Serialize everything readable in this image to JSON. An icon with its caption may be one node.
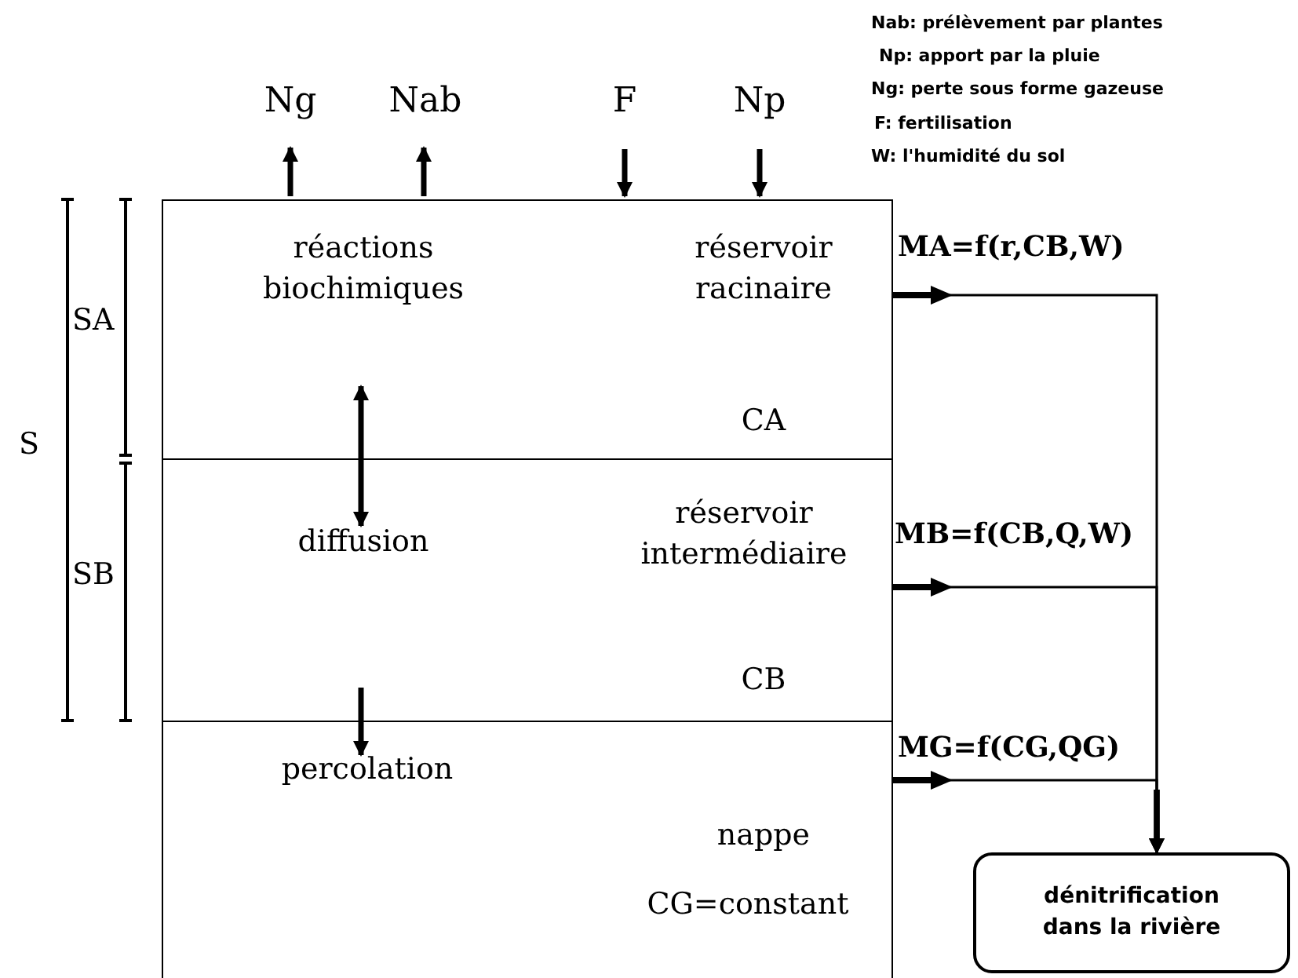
{
  "diagram": {
    "nodes": [
      {
        "text": [
          "réactions biochimiques",
          "réservoir racinaire",
          "CA"
        ]
      },
      {
        "text": [
          "diffusion",
          "réservoir intermédiaire",
          "CB"
        ]
      },
      {
        "text": [
          "percolation",
          "nappe",
          "CG=constant"
        ]
      },
      {
        "text": [
          "dénitrification dans la rivière"
        ]
      },
      {
        "text": [
          "Ng"
        ]
      },
      {
        "text": [
          "Nab"
        ]
      },
      {
        "text": [
          "F"
        ]
      },
      {
        "text": [
          "Np"
        ]
      }
    ],
    "edges": [
      {
        "from": 0,
        "to": 4,
        "arrow": "to"
      },
      {
        "from": 0,
        "to": 5,
        "arrow": "to"
      },
      {
        "from": 6,
        "to": 0,
        "arrow": "to"
      },
      {
        "from": 7,
        "to": 0,
        "arrow": "to"
      },
      {
        "from": 0,
        "to": 1,
        "arrow": "both"
      },
      {
        "from": 1,
        "to": 2,
        "arrow": "to"
      },
      {
        "from": 0,
        "to": 3,
        "arrow": "to",
        "label": "MA=f(r,CB,W)"
      },
      {
        "from": 1,
        "to": 3,
        "arrow": "to",
        "label": "MB=f(CB,Q,W)"
      },
      {
        "from": 2,
        "to": 3,
        "arrow": "to",
        "label": "MG=f(CG,QG)"
      }
    ],
    "labels": [
      "Nab: prélèvement par plantes",
      "Np: apport par la pluie",
      "Ng: perte sous forme gazeuse",
      "F: fertilisation",
      "W: l'humidité du sol",
      "S",
      "SA",
      "SB"
    ]
  }
}
